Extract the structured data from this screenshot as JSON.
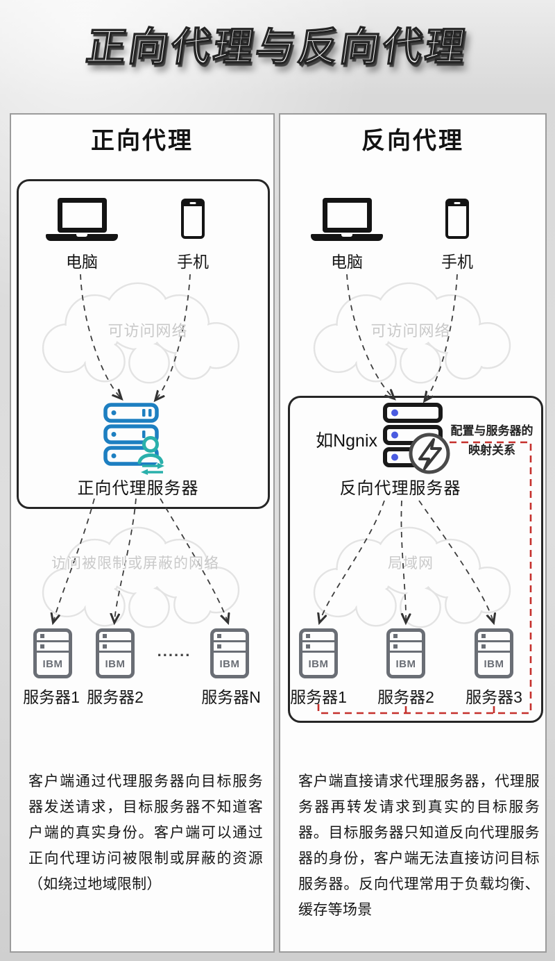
{
  "page_title": "正向代理与反向代理",
  "panels": {
    "forward": {
      "title": "正向代理",
      "pc_label": "电脑",
      "phone_label": "手机",
      "cloud_top_label": "可访问网络",
      "proxy_label": "正向代理服务器",
      "cloud_bottom_label": "访问被限制或屏蔽的网络",
      "ellipsis": "......",
      "servers": [
        {
          "brand": "IBM",
          "label": "服务器1"
        },
        {
          "brand": "IBM",
          "label": "服务器2"
        },
        {
          "brand": "IBM",
          "label": "服务器N"
        }
      ],
      "description": "客户端通过代理服务器向目标服务器发送请求，目标服务器不知道客户端的真实身份。客户端可以通过正向代理访问被限制或屏蔽的资源（如绕过地域限制）"
    },
    "reverse": {
      "title": "反向代理",
      "pc_label": "电脑",
      "phone_label": "手机",
      "cloud_top_label": "可访问网络",
      "proxy_engine_label": "如Ngnix",
      "proxy_label": "反向代理服务器",
      "mapping_note_line1": "配置与服务器的",
      "mapping_note_line2": "映射关系",
      "cloud_bottom_label": "局域网",
      "servers": [
        {
          "brand": "IBM",
          "label": "服务器1"
        },
        {
          "brand": "IBM",
          "label": "服务器2"
        },
        {
          "brand": "IBM",
          "label": "服务器3"
        }
      ],
      "description": "客户端直接请求代理服务器，代理服务器再转发请求到真实的目标服务器。目标服务器只知道反向代理服务器的身份，客户端无法直接访问目标服务器。反向代理常用于负载均衡、缓存等场景"
    }
  },
  "colors": {
    "forward_proxy_icon_blue": "#1d7fc1",
    "forward_proxy_icon_teal": "#2ab0ab",
    "reverse_proxy_dot_blue": "#4a5be0",
    "mapping_line_red": "#c5302c",
    "server_gray": "#6a6e75",
    "cloud_outline": "#e3e3e3"
  }
}
